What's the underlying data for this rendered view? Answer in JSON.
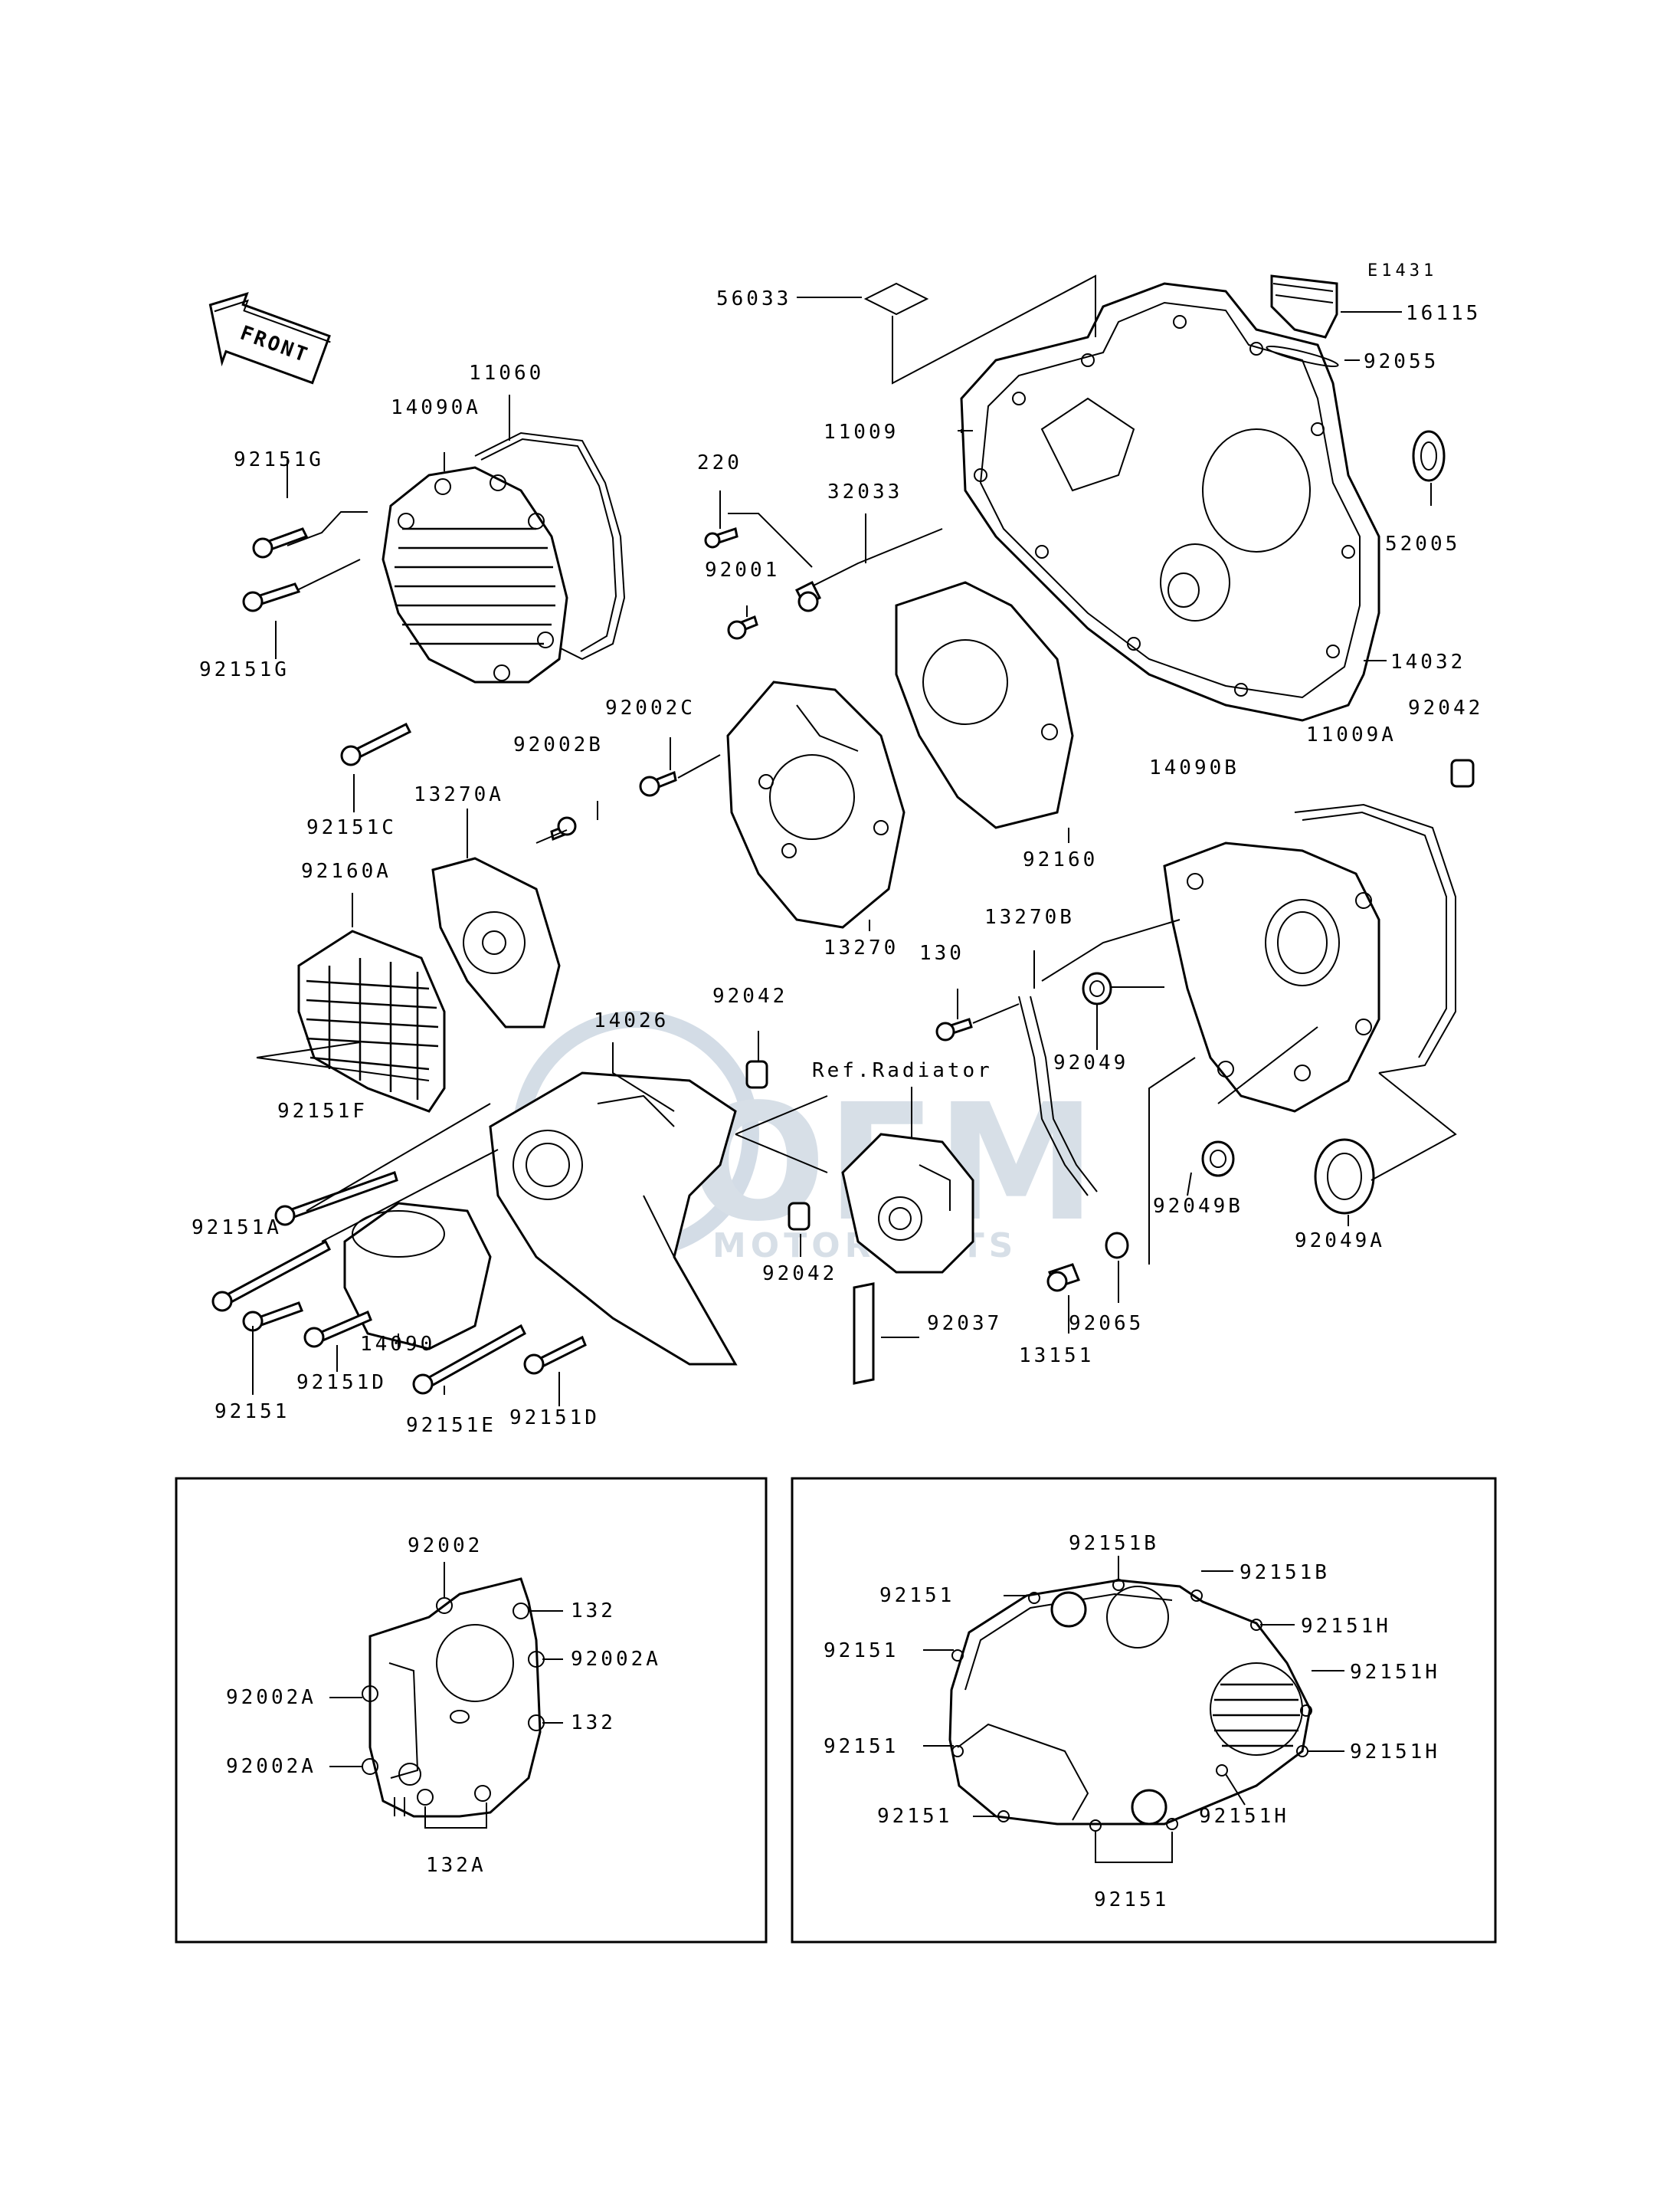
{
  "diagram_id": "E1431",
  "direction_label": "FRONT",
  "watermark": {
    "main": "OEM",
    "sub": "MOTORPARTS"
  },
  "labels": {
    "p56033": "56033",
    "p16115": "16115",
    "p92055": "92055",
    "p11009": "11009",
    "p52005": "52005",
    "p14032": "14032",
    "p11060": "11060",
    "p14090A": "14090A",
    "p92151G_top": "92151G",
    "p92151G_bot": "92151G",
    "p220": "220",
    "p32033": "32033",
    "p92001": "92001",
    "p92002C": "92002C",
    "p92042_top": "92042",
    "p11009A": "11009A",
    "p14090B": "14090B",
    "p92160": "92160",
    "p92151C": "92151C",
    "p92002B": "92002B",
    "p13270A": "13270A",
    "p92160A": "92160A",
    "p13270": "13270",
    "p13270B": "13270B",
    "p130": "130",
    "p92049": "92049",
    "p14026": "14026",
    "p92042_mid": "92042",
    "ref_radiator": "Ref.Radiator",
    "p92151F": "92151F",
    "p92049B": "92049B",
    "p92049A": "92049A",
    "p92151A": "92151A",
    "p92042_low": "92042",
    "p92065": "92065",
    "p13151": "13151",
    "p92037": "92037",
    "p14090": "14090",
    "p92151": "92151",
    "p92151D_left": "92151D",
    "p92151E": "92151E",
    "p92151D_right": "92151D"
  },
  "inset_left": {
    "labels": {
      "p92002": "92002",
      "p132_top": "132",
      "p92002A_right": "92002A",
      "p132_mid": "132",
      "p92002A_left_top": "92002A",
      "p92002A_left_bot": "92002A",
      "p132A": "132A"
    }
  },
  "inset_right": {
    "labels": {
      "p92151B_top": "92151B",
      "p92151B_right": "92151B",
      "p92151_a": "92151",
      "p92151H_a": "92151H",
      "p92151_b": "92151",
      "p92151H_b": "92151H",
      "p92151_c": "92151",
      "p92151H_c": "92151H",
      "p92151_d": "92151",
      "p92151H_d": "92151H",
      "p92151_bottom": "92151"
    }
  },
  "colors": {
    "ink": "#000000",
    "paper": "#ffffff",
    "watermark": "#9fb3c8"
  }
}
